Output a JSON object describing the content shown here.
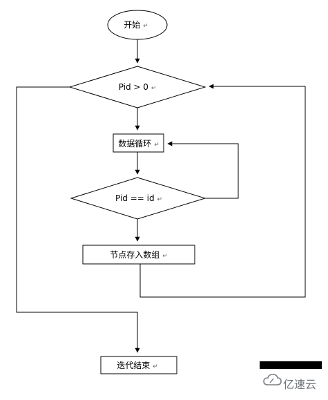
{
  "flowchart": {
    "start": "开始",
    "loop_condition": "Pid > 0",
    "data_loop": "数据循环",
    "match_condition": "Pid == id",
    "store_node": "节点存入数组",
    "end": "迭代结束",
    "paragraph_mark": "↵"
  },
  "watermark": {
    "brand": "亿速云"
  }
}
